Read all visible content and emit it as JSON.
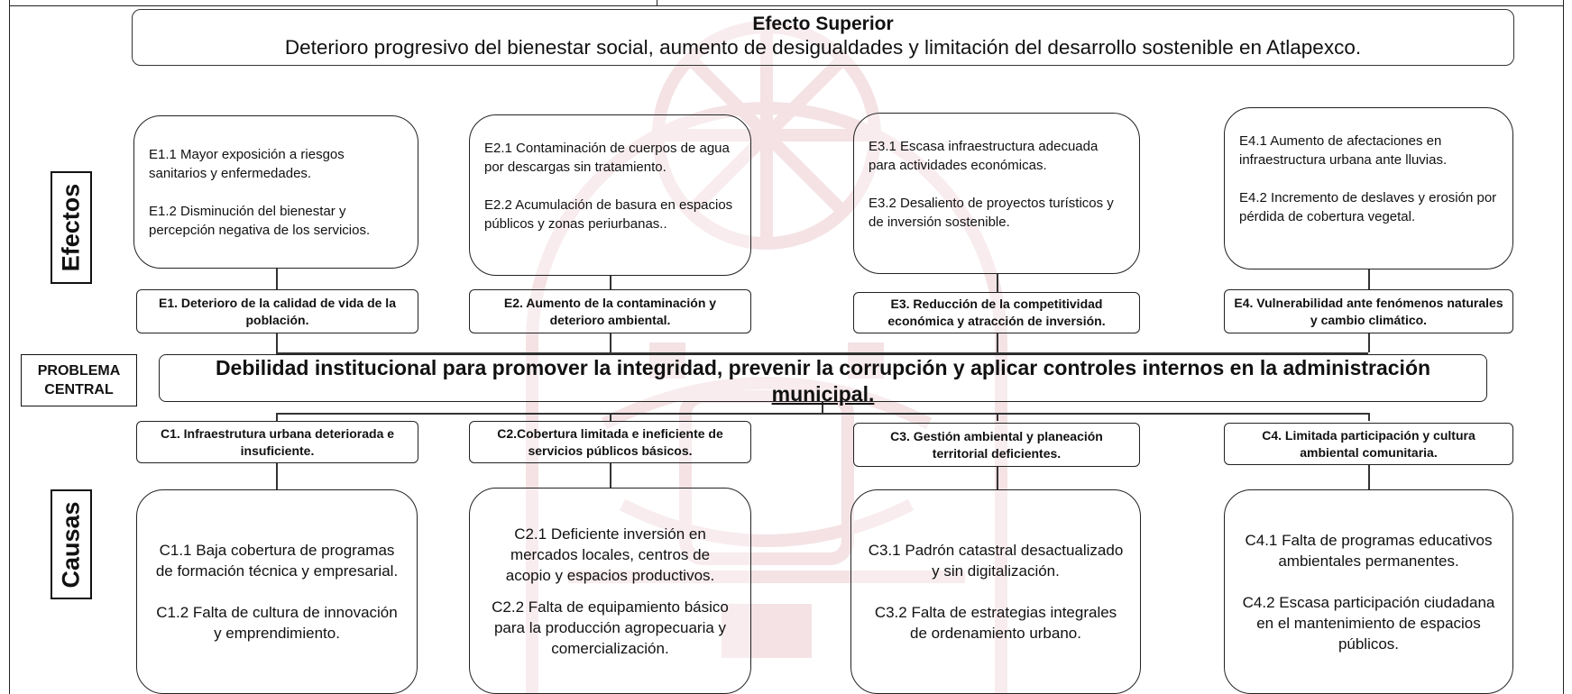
{
  "top_effect": {
    "heading": "Efecto Superior",
    "text": "Deterioro progresivo del bienestar social, aumento de desigualdades y limitación del desarrollo sostenible en Atlapexco."
  },
  "side_labels": {
    "effects": "Efectos",
    "causes": "Causas",
    "central_line1": "PROBLEMA",
    "central_line2": "CENTRAL"
  },
  "central_problem": {
    "line1": "Debilidad institucional para promover la integridad, prevenir la corrupción y aplicar controles internos en la administración",
    "line2": "municipal."
  },
  "effects": [
    {
      "label": "E1. Deterioro de la calidad de vida de la población.",
      "items": [
        "E1.1 Mayor exposición a riesgos sanitarios y enfermedades.",
        "E1.2 Disminución del bienestar y percepción negativa de los servicios."
      ]
    },
    {
      "label": "E2. Aumento de la contaminación y deterioro ambiental.",
      "items": [
        "E2.1 Contaminación de cuerpos de agua por descargas sin tratamiento.",
        "E2.2 Acumulación de basura en espacios públicos y zonas periurbanas.."
      ]
    },
    {
      "label": "E3. Reducción de la competitividad económica y atracción de inversión.",
      "items": [
        "E3.1 Escasa infraestructura adecuada para actividades económicas.",
        "E3.2 Desaliento de proyectos turísticos y de inversión sostenible."
      ]
    },
    {
      "label": "E4. Vulnerabilidad ante fenómenos naturales y cambio climático.",
      "items": [
        "E4.1 Aumento de afectaciones en infraestructura urbana ante lluvias.",
        "E4.2 Incremento de deslaves y erosión por pérdida de cobertura vegetal."
      ]
    }
  ],
  "causes": [
    {
      "label": "C1. Infraestrutura urbana deteriorada e insuficiente.",
      "items": [
        "C1.1 Baja cobertura de programas de formación técnica y empresarial.",
        "C1.2 Falta de cultura de innovación y emprendimiento."
      ]
    },
    {
      "label": "C2.Cobertura limitada e ineficiente de servicios públicos básicos.",
      "items": [
        "C2.1 Deficiente inversión en mercados locales, centros de acopio y espacios productivos.",
        "C2.2 Falta de equipamiento básico para la producción agropecuaria y comercialización."
      ]
    },
    {
      "label": "C3. Gestión ambiental y planeación territorial deficientes.",
      "items": [
        "C3.1 Padrón catastral desactualizado y sin digitalización.",
        "C3.2 Falta de estrategias integrales de ordenamiento urbano."
      ]
    },
    {
      "label": "C4. Limitada participación y cultura ambiental comunitaria.",
      "items": [
        "C4.1 Falta de programas educativos ambientales permanentes.",
        "C4.2 Escasa participación ciudadana en el mantenimiento de espacios públicos."
      ]
    }
  ]
}
